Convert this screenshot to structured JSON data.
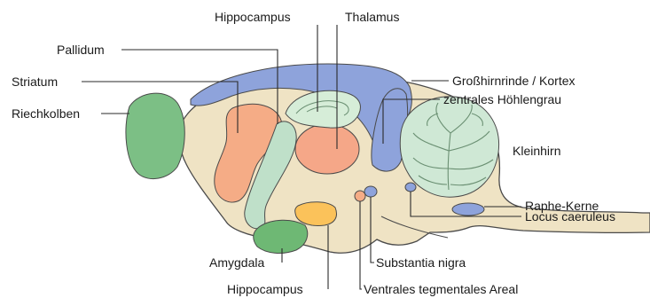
{
  "labels": {
    "hippocampus_top": "Hippocampus",
    "thalamus": "Thalamus",
    "pallidum": "Pallidum",
    "striatum": "Striatum",
    "riechkolben": "Riechkolben",
    "kortex": "Großhirnrinde / Kortex",
    "hoehlengrau": "zentrales Höhlengrau",
    "kleinhirn": "Kleinhirn",
    "raphe": "Raphe-Kerne",
    "locus": "Locus caeruleus",
    "amygdala": "Amygdala",
    "substantia": "Substantia nigra",
    "hippocampus_bottom": "Hippocampus",
    "vta": "Ventrales tegmentales Areal"
  },
  "colors": {
    "brain_base": "#efe3c4",
    "cortex": "#8ea3db",
    "olfactory": "#7cbf85",
    "striatum": "#f5ac86",
    "pallidum": "#bfe0c9",
    "hippocampus": "#d6edd8",
    "thalamus": "#f5a788",
    "cerebellum": "#cfe8d5",
    "amygdala": "#6eb874",
    "hippocampus_ventral": "#fbc25a",
    "outline": "#4a4a4a"
  }
}
